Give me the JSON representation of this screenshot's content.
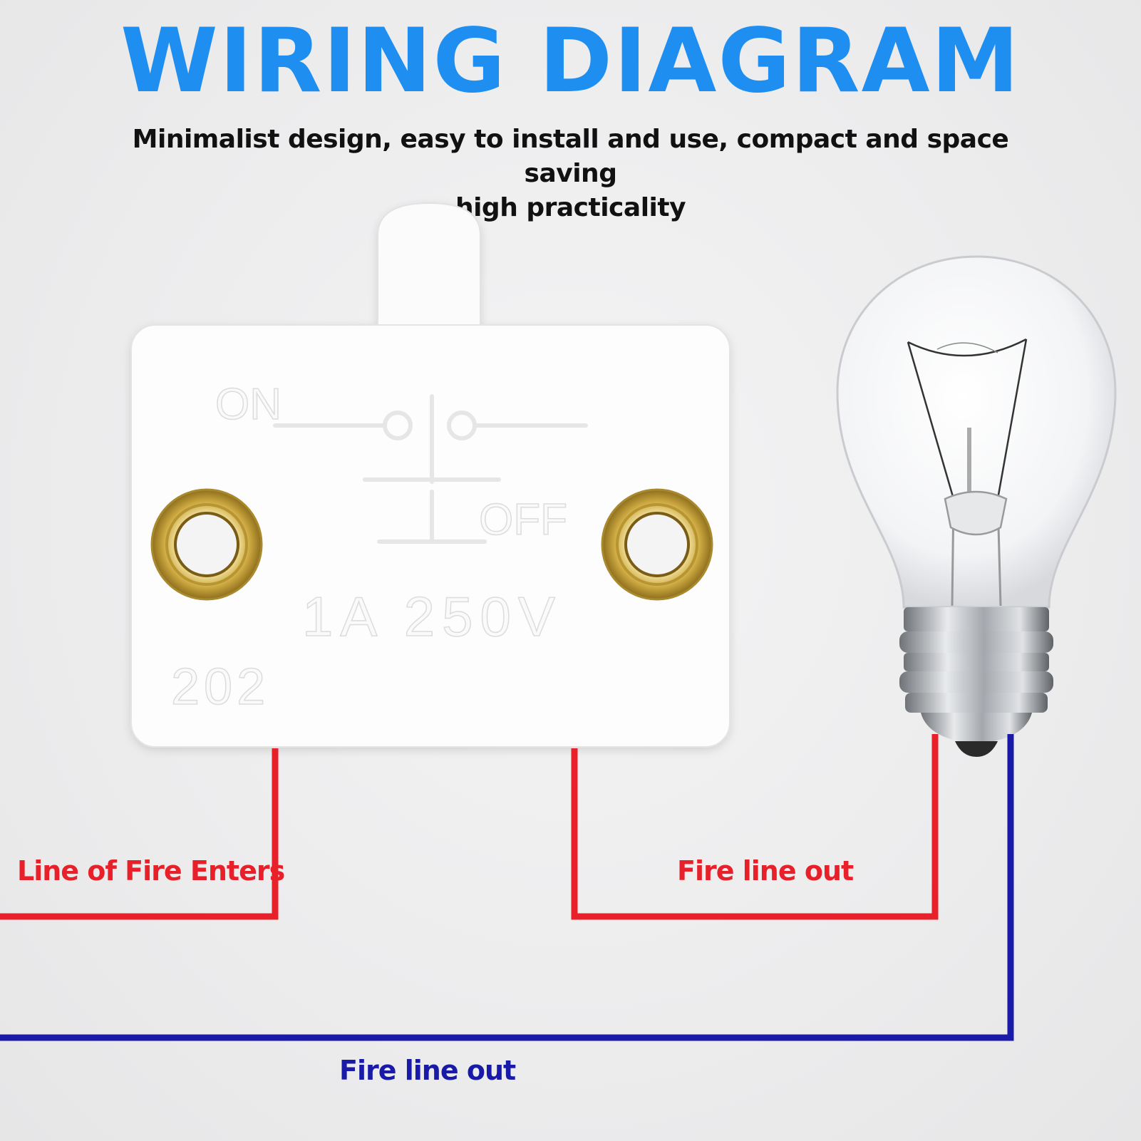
{
  "header": {
    "title": "WIRING DIAGRAM",
    "subtitle_line1": "Minimalist design, easy to install and use, compact and space saving",
    "subtitle_line2": "high practicality"
  },
  "switch": {
    "on_label": "ON",
    "off_label": "OFF",
    "rating": "1A 250V",
    "model": "202"
  },
  "wires": {
    "input_label": "Line of Fire Enters",
    "output_label": "Fire line out",
    "return_label": "Fire line out"
  },
  "colors": {
    "title": "#1e8ef0",
    "live_wire": "#e8202a",
    "neutral_wire": "#1a1aa8"
  },
  "icons": [
    "push-switch-icon",
    "light-bulb-icon"
  ]
}
